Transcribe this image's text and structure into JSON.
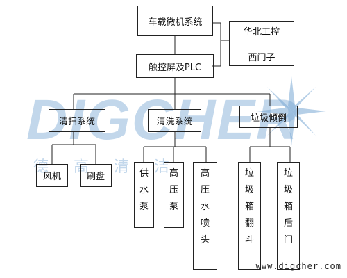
{
  "watermark": {
    "logo": "DIGCHER",
    "sub": "德高清洁",
    "url": "www.digcher.com"
  },
  "diagram": {
    "root": "车载微机系统",
    "side": [
      "华北工控",
      "西门子"
    ],
    "plc": "触控屏及PLC",
    "groups": {
      "sweep": {
        "label": "清扫系统",
        "children": [
          "风机",
          "刷盘"
        ]
      },
      "wash": {
        "label": "清洗系统",
        "children": [
          "供水泵",
          "高压泵",
          "高压水喷头"
        ]
      },
      "dump": {
        "label": "垃圾倾倒",
        "children": [
          "垃圾箱翻斗",
          "垃圾箱后门"
        ]
      }
    }
  }
}
